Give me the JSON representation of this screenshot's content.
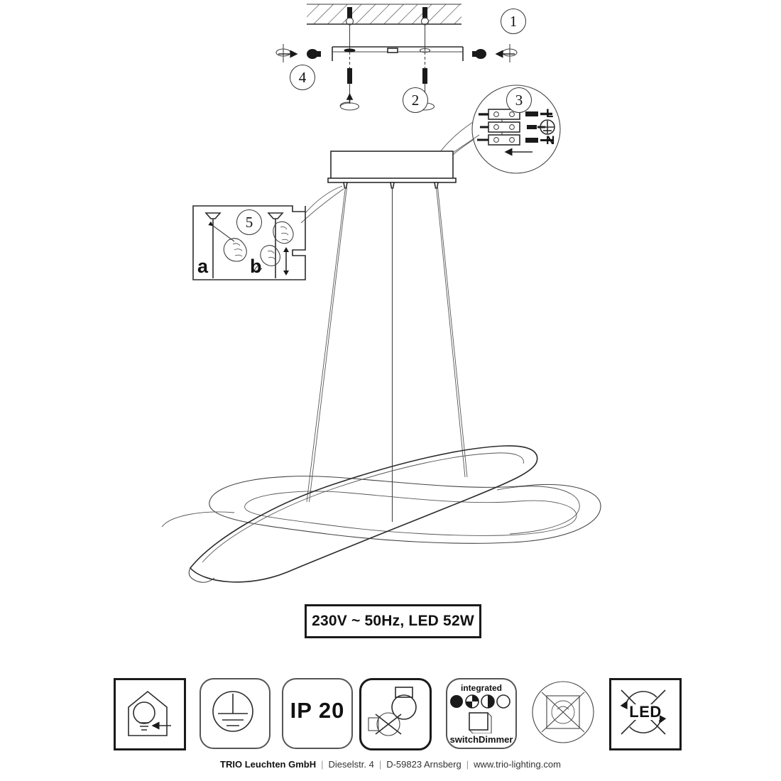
{
  "document": {
    "kind": "installation-instruction-sheet",
    "product": "TRIO pendant LED luminaire"
  },
  "steps": [
    {
      "id": "1",
      "label": "1",
      "meaning": "fix-mounting-bracket-to-ceiling"
    },
    {
      "id": "2",
      "label": "2",
      "meaning": "screw-down-bracket-bolts"
    },
    {
      "id": "3",
      "label": "3",
      "meaning": "connect-mains-terminal-block"
    },
    {
      "id": "4",
      "label": "4",
      "meaning": "tighten-side-screws"
    },
    {
      "id": "5",
      "label": "5",
      "meaning": "adjust-suspension-cable-length"
    }
  ],
  "wiring": {
    "live_label": "L",
    "neutral_label": "N",
    "earth_label": "earth-symbol",
    "terminal_rows": 3
  },
  "detail_box": {
    "sub_labels": [
      "a",
      "b"
    ]
  },
  "rating": {
    "text": "230V ~ 50Hz, LED 52W",
    "voltage": "230V",
    "frequency": "50Hz",
    "lamp": "LED",
    "power": "52W"
  },
  "pictograms": [
    {
      "name": "indoor-use-icon",
      "caption": "",
      "shape": "square"
    },
    {
      "name": "class-1-earth-icon",
      "caption": "",
      "shape": "rounded"
    },
    {
      "name": "ip-rating-icon",
      "caption": "IP 20",
      "shape": "rounded"
    },
    {
      "name": "lamp-not-replaceable-icon",
      "caption": "",
      "shape": "rounded-thick"
    },
    {
      "name": "integrated-switch-dimmer-icon",
      "caption_top": "integrated",
      "caption_bottom": "switchDimmer",
      "shape": "rounded"
    },
    {
      "name": "no-external-dimmer-icon",
      "caption": "",
      "shape": "circle"
    },
    {
      "name": "led-not-exchangeable-icon",
      "caption": "LED",
      "shape": "square"
    }
  ],
  "footer": {
    "company": "TRIO Leuchten GmbH",
    "street": "Dieselstr. 4",
    "city": "D-59823 Arnsberg",
    "website": "www.trio-lighting.com",
    "separator": "|"
  },
  "colors": {
    "ink": "#1a1a1a",
    "line": "#2b2b2b",
    "muted": "#555555",
    "background": "#ffffff"
  }
}
